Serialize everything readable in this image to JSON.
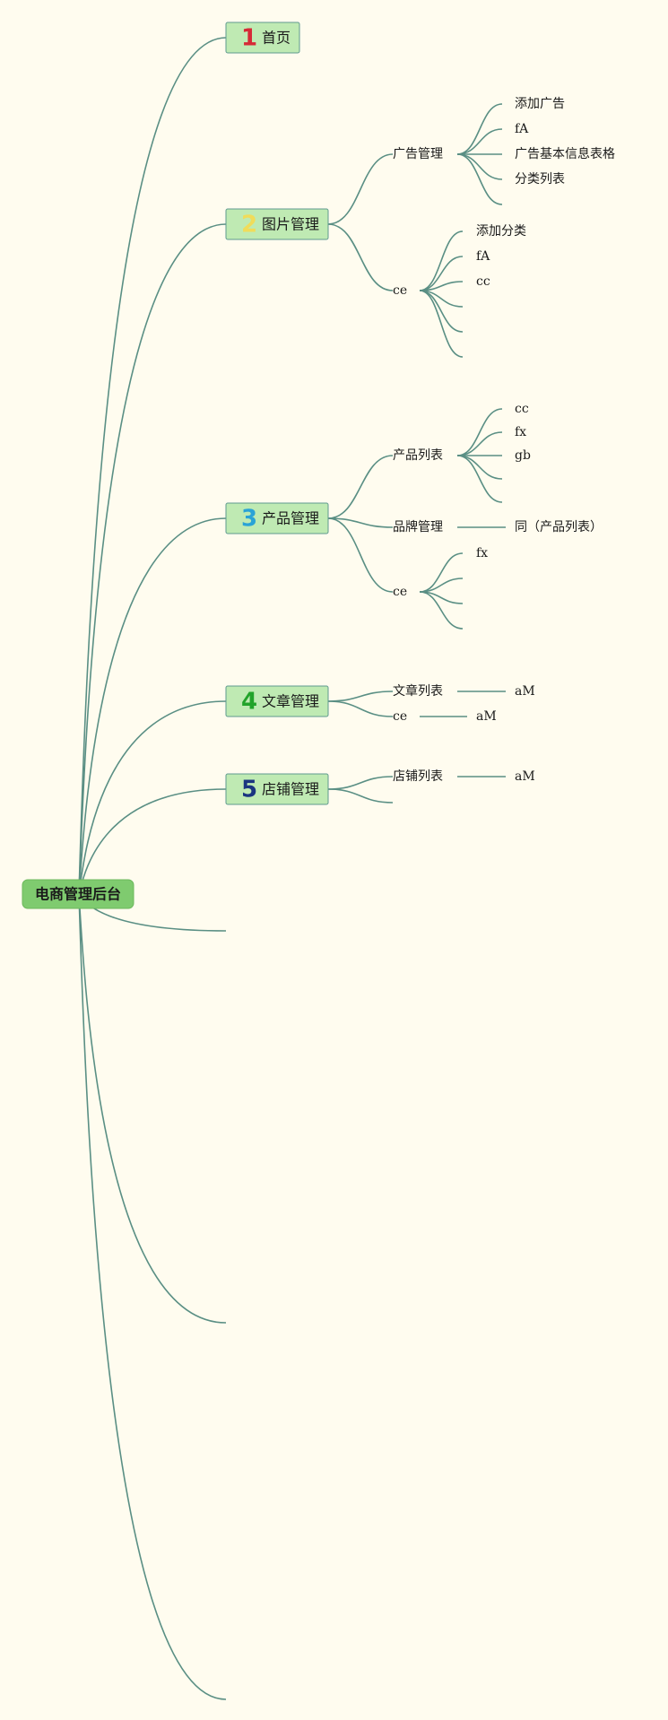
{
  "root": {
    "label": "电商管理后台",
    "color": "#7fcb6f"
  },
  "branches": [
    {
      "number": "1",
      "number_color": "#d62a36",
      "label": "首页",
      "children": []
    },
    {
      "number": "2",
      "number_color": "#f0dc5a",
      "label": "图片管理",
      "children": [
        {
          "label": "广告管理",
          "children": [
            "添加广告",
            "fA",
            "广告基本信息表格",
            "分类列表",
            ""
          ]
        },
        {
          "label": "ce",
          "children": [
            "添加分类",
            "fA",
            "cc",
            "",
            "",
            ""
          ]
        }
      ]
    },
    {
      "number": "3",
      "number_color": "#2aa3d6",
      "label": "产品管理",
      "children": [
        {
          "label": "产品列表",
          "children": [
            "cc",
            "fx",
            "gb",
            "",
            ""
          ]
        },
        {
          "label": "品牌管理",
          "children": [
            "同（产品列表）"
          ]
        },
        {
          "label": "ce",
          "children": [
            "fx",
            "",
            "",
            ""
          ]
        }
      ]
    },
    {
      "number": "4",
      "number_color": "#22a32a",
      "label": "文章管理",
      "children": [
        {
          "label": "文章列表",
          "children": [
            "aM"
          ]
        },
        {
          "label": "ce",
          "children": [
            "aM"
          ]
        }
      ]
    },
    {
      "number": "5",
      "number_color": "#1a3580",
      "label": "店铺管理",
      "children": [
        {
          "label": "店铺列表",
          "children": [
            "aM"
          ]
        },
        {
          "label": "",
          "children": []
        }
      ]
    },
    {
      "number": "",
      "label": "",
      "children": []
    },
    {
      "number": "",
      "label": "",
      "children": []
    },
    {
      "number": "",
      "label": "",
      "children": []
    }
  ]
}
